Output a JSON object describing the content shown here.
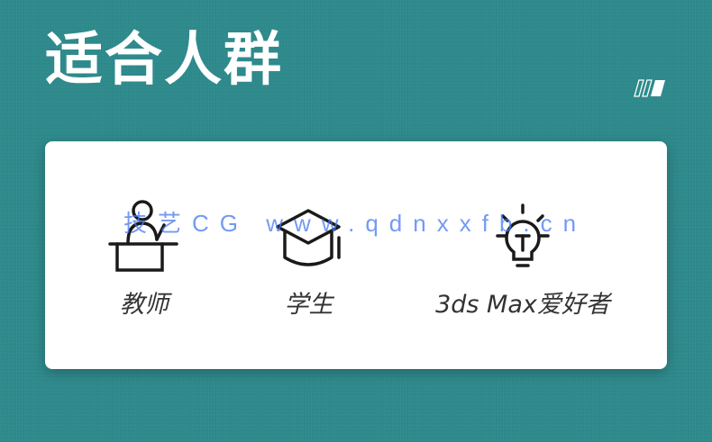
{
  "title": "适合人群",
  "audience": [
    {
      "label": "教师",
      "icon": "teacher-icon"
    },
    {
      "label": "学生",
      "icon": "graduation-cap-icon"
    },
    {
      "label": "3ds Max爱好者",
      "icon": "lightbulb-icon"
    }
  ],
  "watermark": "技艺CG www.qdnxxfb.cn",
  "colors": {
    "background": "#2e8a8c",
    "card": "#ffffff",
    "text": "#333333",
    "icon": "#1a1a1a"
  }
}
